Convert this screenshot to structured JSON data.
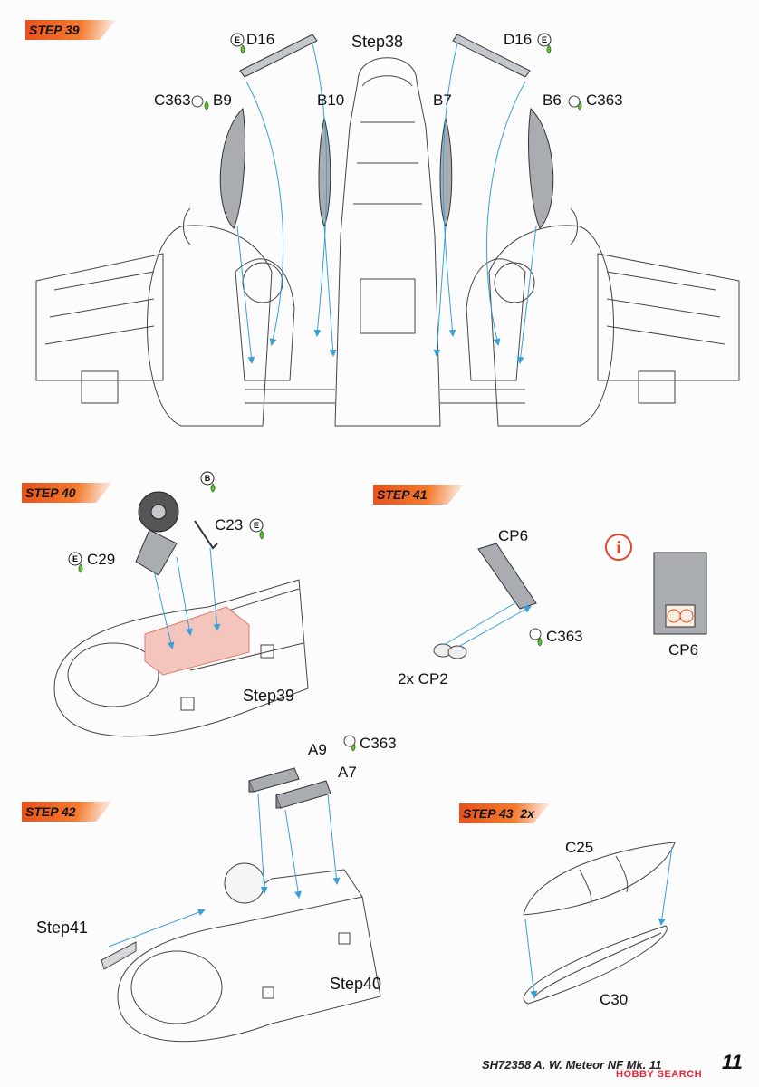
{
  "steps": {
    "s39": "STEP 39",
    "s40": "STEP 40",
    "s41": "STEP 41",
    "s42": "STEP 42",
    "s43": "STEP 43",
    "s43_qty": "2x"
  },
  "badges": {
    "E": "E",
    "B": "B",
    "warning": "i"
  },
  "labels": {
    "step38": "Step38",
    "step39": "Step39",
    "step40": "Step40",
    "step41": "Step41",
    "d16": "D16",
    "c363": "C363",
    "b9": "B9",
    "b10": "B10",
    "b7": "B7",
    "b6": "B6",
    "c23": "C23",
    "c29": "C29",
    "cp6": "CP6",
    "cp2": "2x CP2",
    "a9": "A9",
    "a7": "A7",
    "c25": "C25",
    "c30": "C30"
  },
  "footer": {
    "model": "SH72358 A. W. Meteor NF Mk. 11",
    "page": "11",
    "watermark": "HOBBY SEARCH"
  },
  "colors": {
    "accent": "#f06424",
    "leader": "#3aa0d8",
    "glue": "#6cbf3c",
    "part_grey": "#a9adb2",
    "highlight": "#f09a8c",
    "warning": "#e0442a"
  }
}
